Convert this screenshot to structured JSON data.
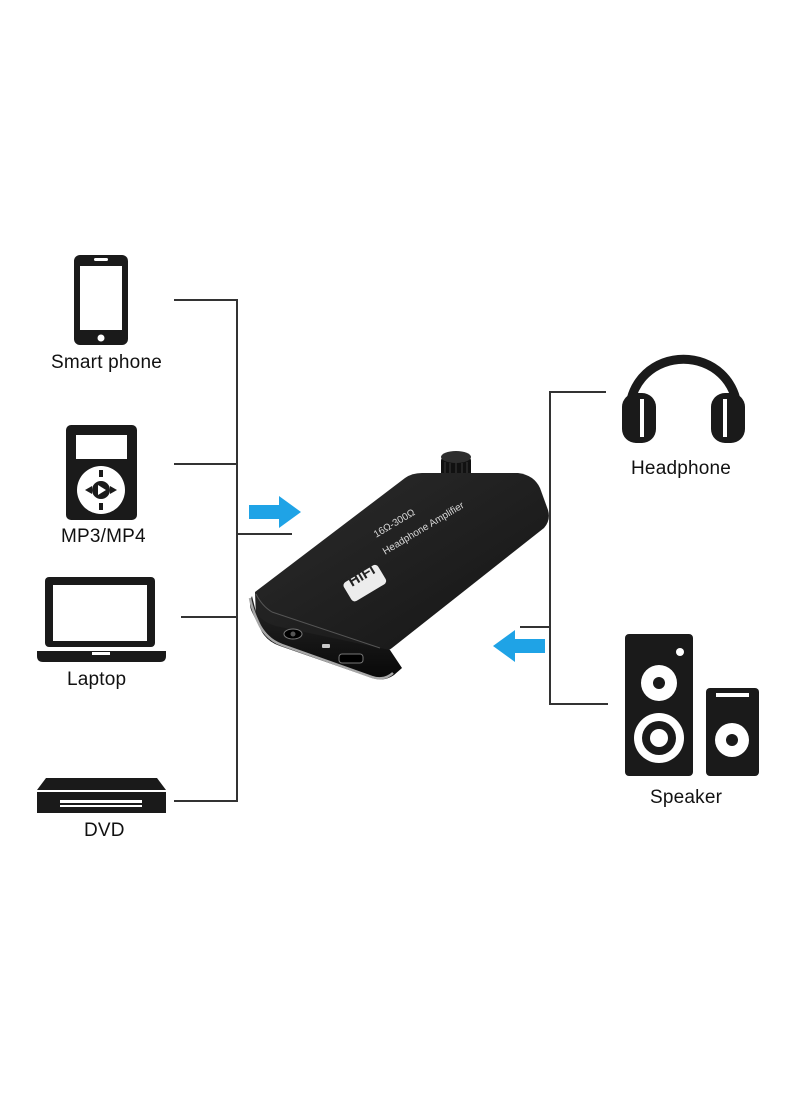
{
  "sources": [
    {
      "label": "Smart phone",
      "icon": "smartphone-icon"
    },
    {
      "label": "MP3/MP4",
      "icon": "mp3-player-icon"
    },
    {
      "label": "Laptop",
      "icon": "laptop-icon"
    },
    {
      "label": "DVD",
      "icon": "dvd-player-icon"
    }
  ],
  "outputs": [
    {
      "label": "Headphone",
      "icon": "headphones-icon"
    },
    {
      "label": "Speaker",
      "icon": "speaker-icon"
    }
  ],
  "device": {
    "badge": "HiFi",
    "line1": "16Ω-300Ω",
    "line2": "Headphone Amplifier",
    "body_color": "#1a1a1a",
    "edge_color": "#9a9a9a"
  },
  "arrow_color": "#1fa3e6",
  "line_color": "#333333"
}
